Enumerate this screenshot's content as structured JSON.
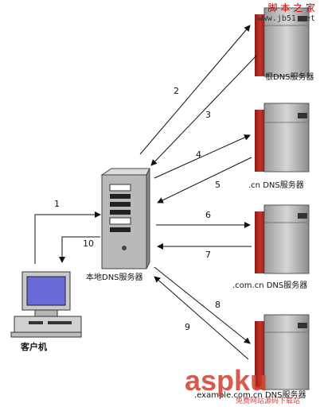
{
  "watermark_top": {
    "line1": "脚 本 之 家",
    "line2": "www.jb51.net"
  },
  "watermark_bottom": {
    "brand": "asp",
    "brand2": "ku",
    "sub": "免费网站源码下载站"
  },
  "nodes": {
    "root": "根DNS服务器",
    "cn": ".cn DNS服务器",
    "comcn": ".com.cn DNS服务器",
    "example": ".example.com.cn DNS服务器",
    "local": "本地DNS服务器",
    "client": "客户机"
  },
  "steps": [
    "1",
    "2",
    "3",
    "4",
    "5",
    "6",
    "7",
    "8",
    "9",
    "10"
  ]
}
